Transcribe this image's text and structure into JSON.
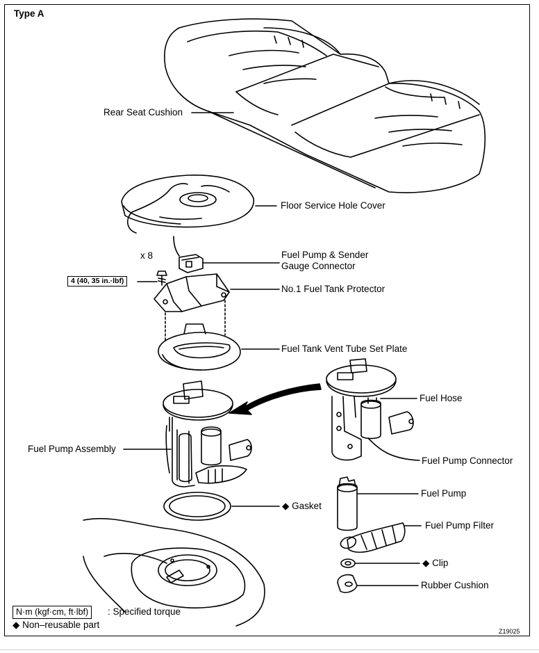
{
  "figure_type": "Type A",
  "figure_code": "Z19025",
  "labels": {
    "rear_seat_cushion": "Rear Seat Cushion",
    "floor_service_hole_cover": "Floor Service Hole Cover",
    "connector_line1": "Fuel Pump & Sender",
    "connector_line2": "Gauge Connector",
    "bolt_count": "x 8",
    "torque_value": "4 (40, 35 in.·lbf)",
    "fuel_tank_protector": "No.1 Fuel Tank Protector",
    "vent_tube_set_plate": "Fuel Tank Vent Tube Set Plate",
    "fuel_hose": "Fuel Hose",
    "fuel_pump_assembly": "Fuel Pump Assembly",
    "fuel_pump_connector": "Fuel Pump Connector",
    "fuel_pump": "Fuel Pump",
    "gasket": "◆ Gasket",
    "fuel_pump_filter": "Fuel Pump Filter",
    "clip": "◆ Clip",
    "rubber_cushion": "Rubber Cushion"
  },
  "legend": {
    "torque_unit": "N·m (kgf·cm, ft·lbf)",
    "torque_desc": ": Specified torque",
    "non_reusable": "◆ Non–reusable part"
  }
}
